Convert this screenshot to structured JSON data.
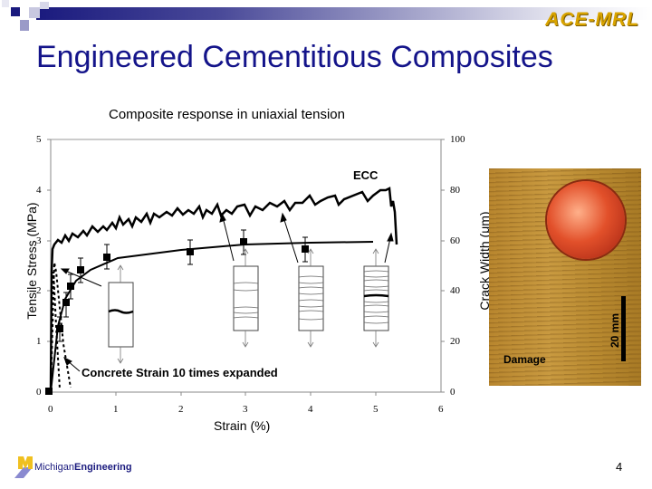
{
  "header": {
    "brand": "ACE-MRL",
    "title": "Engineered Cementitious Composites",
    "colors": {
      "accent": "#1a1a7e",
      "brand": "#d9a400"
    }
  },
  "chart_data": {
    "type": "line",
    "title": "Composite response in uniaxial tension",
    "xlabel": "Strain (%)",
    "ylabel": "Tensile Stress (MPa)",
    "y2label": "Crack Width (μm)",
    "xlim": [
      0,
      6
    ],
    "ylim": [
      0,
      5
    ],
    "y2lim": [
      0,
      100
    ],
    "xticks": [
      "0",
      "1",
      "2",
      "3",
      "4",
      "5",
      "6"
    ],
    "yticks": [
      "0",
      "1",
      "2",
      "3",
      "4",
      "5"
    ],
    "y2ticks": [
      "0",
      "20",
      "40",
      "60",
      "80",
      "100"
    ],
    "grid": false,
    "series": [
      {
        "name": "ECC (tensile stress)",
        "axis": "left",
        "x": [
          0,
          0.03,
          0.05,
          0.3,
          0.6,
          1.0,
          1.4,
          1.8,
          2.2,
          2.6,
          3.0,
          3.5,
          4.0,
          4.5,
          5.0,
          5.2,
          5.3,
          5.35
        ],
        "y": [
          0,
          2.7,
          2.95,
          3.05,
          3.15,
          3.3,
          3.4,
          3.5,
          3.55,
          3.6,
          3.7,
          3.75,
          3.8,
          3.85,
          3.95,
          4.0,
          3.8,
          2.9
        ]
      },
      {
        "name": "Crack width",
        "axis": "right",
        "x": [
          0,
          0.12,
          0.22,
          0.3,
          0.45,
          0.85,
          2.15,
          2.95,
          3.9
        ],
        "y": [
          0,
          24,
          35,
          42,
          48,
          53,
          55,
          59,
          56
        ],
        "error": [
          0,
          4,
          5,
          5,
          5,
          5,
          5,
          5,
          5
        ]
      },
      {
        "name": "Crack width fit",
        "axis": "right",
        "x": [
          0,
          0.2,
          0.5,
          1.0,
          2.0,
          3.0,
          4.0,
          4.9
        ],
        "y": [
          0,
          30,
          43,
          50,
          55,
          57,
          58,
          59
        ]
      },
      {
        "name": "Concrete (strain 10x expanded)",
        "axis": "left",
        "style": "dashed",
        "x": [
          0,
          0.06,
          0.12,
          0.2,
          0.3
        ],
        "y": [
          0,
          2.6,
          2.0,
          1.0,
          0.0
        ]
      }
    ],
    "annotations": [
      "ECC",
      "Concrete Strain 10 times expanded"
    ]
  },
  "photo": {
    "label": "Damage",
    "scale": "20 mm"
  },
  "footer": {
    "org_light": "Michigan",
    "org_bold": "Engineering",
    "page_number": "4"
  }
}
